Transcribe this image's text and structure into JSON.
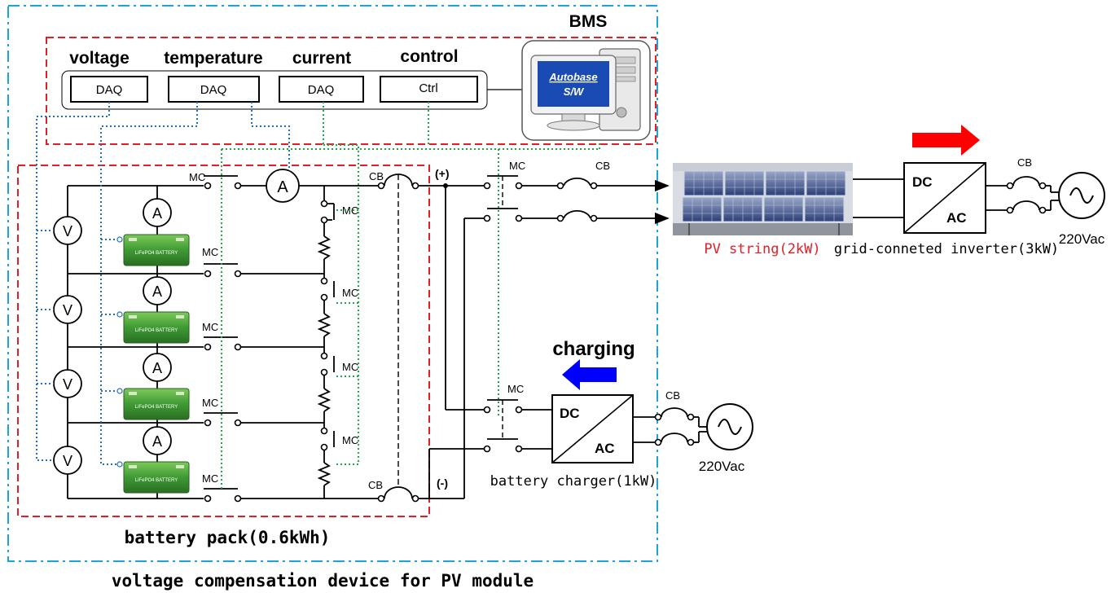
{
  "labels": {
    "bms": "BMS",
    "voltage": "voltage",
    "temperature": "temperature",
    "current": "current",
    "control": "control",
    "daq": "DAQ",
    "ctrl": "Ctrl",
    "autobase_line1": "Autobase",
    "autobase_line2": "S/W",
    "mc": "MC",
    "cb": "CB",
    "plus": "(+)",
    "minus": "(-)",
    "v": "V",
    "a": "A",
    "dc": "DC",
    "ac": "AC",
    "battery_text": "LiFePO4 BATTERY",
    "pv_string": "PV  string(2kW)",
    "inverter": "grid-conneted  inverter(3kW)",
    "vac_top": "220Vac",
    "vac_bottom": "220Vac",
    "charging": "charging",
    "charger": "battery  charger(1kW)",
    "battery_pack": "battery  pack(0.6kWh)",
    "device": "voltage  compensation  device  for  PV  module"
  },
  "colors": {
    "bms_box": "#e31e24",
    "outer_box": "#1aa3dc",
    "blue_wire": "#1f6fbf",
    "green_wire": "#1ea64b",
    "red_arrow": "#ff0000",
    "blue_arrow": "#0000ff",
    "pv_label": "#e31e24",
    "battery": "#4bae3f"
  }
}
